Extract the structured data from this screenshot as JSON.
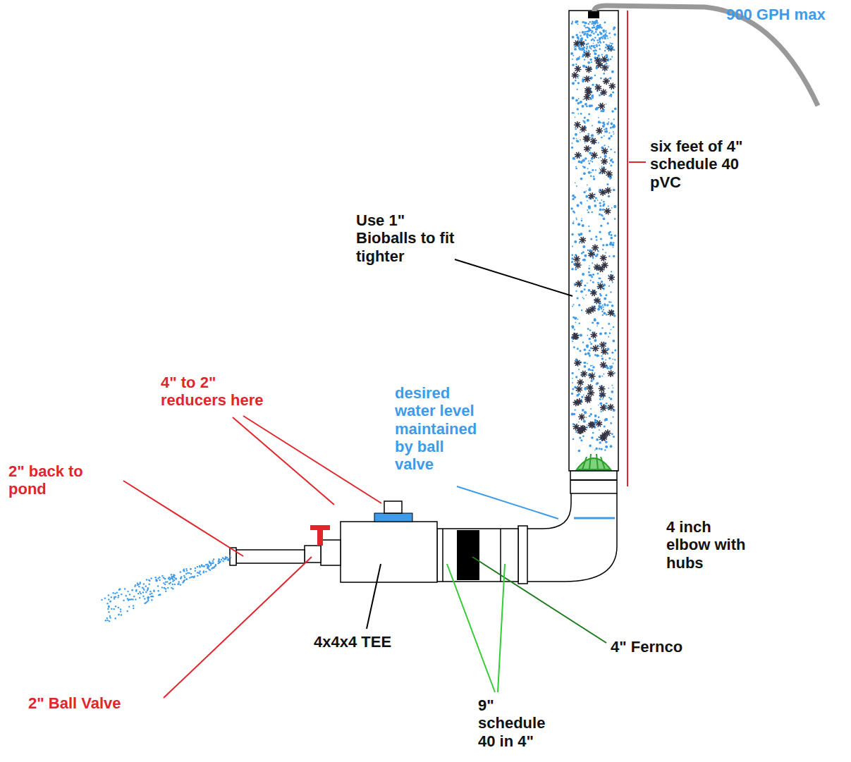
{
  "diagram": {
    "labels": [
      "900 GPH max",
      "six feet of 4\" schedule 40 pVC",
      "Use 1\" Bioballs to fit tighter",
      "4\" to 2\" reducers here",
      "desired water level maintained by ball valve",
      "2\" back to pond",
      "4 inch elbow with hubs",
      "4x4x4 TEE",
      "4\" Fernco",
      "9\" schedule 40 in 4\"",
      "2\" Ball Valve"
    ]
  }
}
